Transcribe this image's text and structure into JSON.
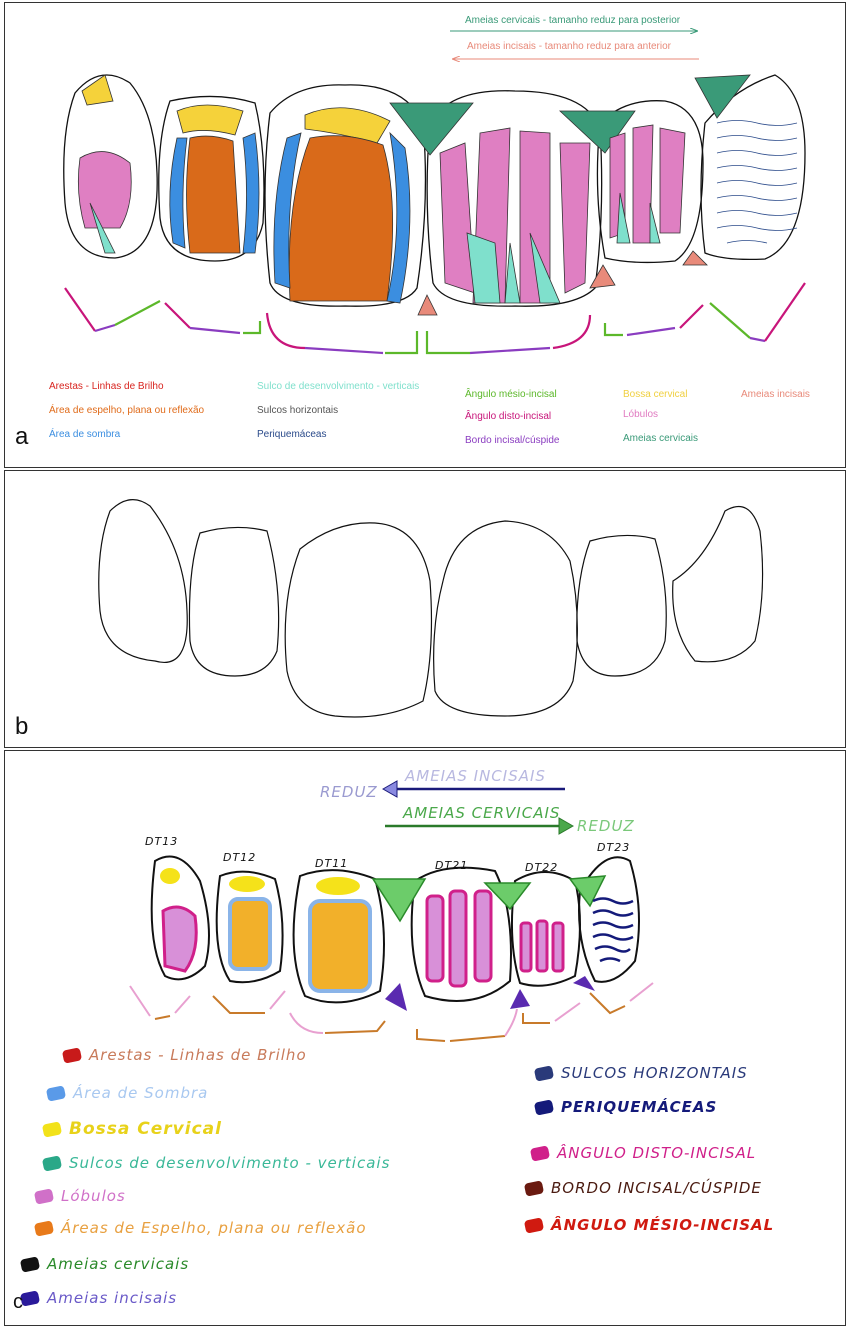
{
  "panel_a": {
    "label": "a",
    "arrows": {
      "cervical": "Ameias cervicais - tamanho reduz para posterior",
      "incisal": "Ameias incisais - tamanho reduz para anterior"
    },
    "legend": [
      {
        "text": "Arestas - Linhas de Brilho",
        "color": "#d8241f"
      },
      {
        "text": "Área de espelho, plana ou reflexão",
        "color": "#e06b1a"
      },
      {
        "text": "Área de sombra",
        "color": "#3b8ee0"
      },
      {
        "text": "Sulco de desenvolvimento - verticais",
        "color": "#7fe0cc"
      },
      {
        "text": "Sulcos horizontais",
        "color": "#555555"
      },
      {
        "text": "Periquemáceas",
        "color": "#2a4a8a"
      },
      {
        "text": "Ângulo mésio-incisal",
        "color": "#5cb82a"
      },
      {
        "text": "Ângulo disto-incisal",
        "color": "#c8157a"
      },
      {
        "text": "Bordo incisal/cúspide",
        "color": "#8a3cc0"
      },
      {
        "text": "Bossa cervical",
        "color": "#f0d040"
      },
      {
        "text": "Lóbulos",
        "color": "#e07ac0"
      },
      {
        "text": "Ameias cervicais",
        "color": "#3a9a78"
      },
      {
        "text": "Ameias incisais",
        "color": "#e88a7a"
      }
    ]
  },
  "panel_b": {
    "label": "b"
  },
  "panel_c": {
    "label": "c",
    "arrows": {
      "incisal": "AMEIAS INCISAIS",
      "cervical": "AMEIAS CERVICAIS",
      "reduz_left": "REDUZ",
      "reduz_right": "REDUZ"
    },
    "teeth": [
      "DT13",
      "DT12",
      "DT11",
      "DT21",
      "DT22",
      "DT23"
    ],
    "legend_left": [
      {
        "text": "Arestas - Linhas de Brilho",
        "color": "#c81a1a"
      },
      {
        "text": "Área de Sombra",
        "color": "#8ab4e8"
      },
      {
        "text": "Bossa Cervical",
        "color": "#f2d21a"
      },
      {
        "text": "Sulcos de desenvolvimento - verticais",
        "color": "#2aa888"
      },
      {
        "text": "Lóbulos",
        "color": "#d070c8"
      },
      {
        "text": "Áreas de Espelho, plana ou reflexão",
        "color": "#e87a1a"
      },
      {
        "text": "Ameias cervicais",
        "color": "#2a8a2a"
      },
      {
        "text": "Ameias incisais",
        "color": "#5a3ab8"
      }
    ],
    "legend_right": [
      {
        "text": "SULCOS HORIZONTAIS",
        "color": "#2a3a7a"
      },
      {
        "text": "PERIQUEMÁCEAS",
        "color": "#141a7a"
      },
      {
        "text": "ÂNGULO DISTO-INCISAL",
        "color": "#d0208a"
      },
      {
        "text": "BORDO INCISAL/CÚSPIDE",
        "color": "#6a1a10"
      },
      {
        "text": "ÂNGULO MÉSIO-INCISAL",
        "color": "#d01a10"
      }
    ]
  }
}
